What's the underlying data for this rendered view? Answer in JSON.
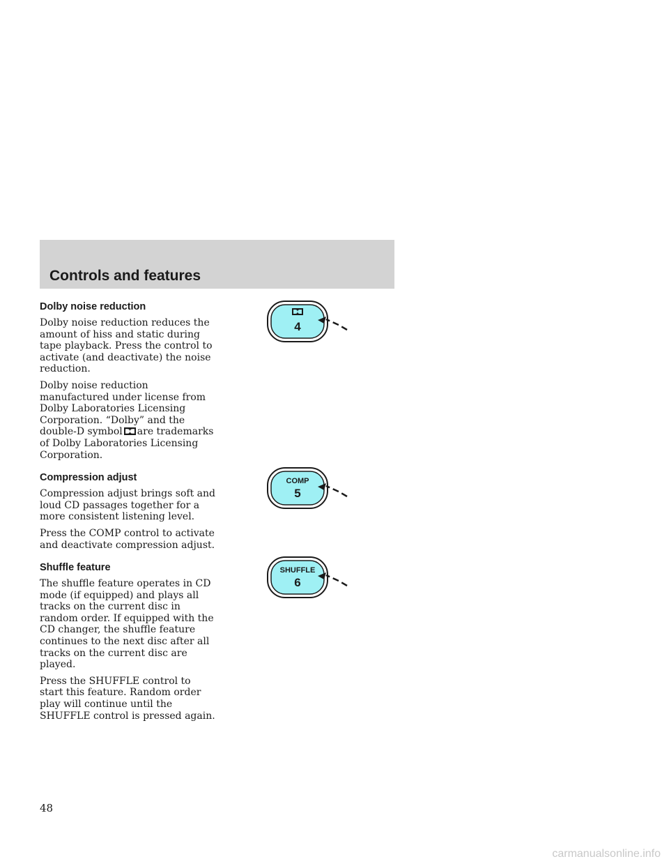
{
  "section_title": "Controls and features",
  "sections": [
    {
      "heading": "Dolby noise reduction",
      "paragraphs": [
        "Dolby noise reduction reduces the amount of hiss and static during tape playback. Press the control to activate (and deactivate) the noise reduction."
      ],
      "trademark_before": "Dolby noise reduction manufactured under license from Dolby Laboratories Licensing Corporation. “Dolby” and the double-D symbol",
      "trademark_after": "are trademarks of Dolby Laboratories Licensing Corporation."
    },
    {
      "heading": "Compression adjust",
      "paragraphs": [
        "Compression adjust brings soft and loud CD passages together for a more consistent listening level.",
        "Press the COMP control to activate and deactivate compression adjust."
      ]
    },
    {
      "heading": "Shuffle feature",
      "paragraphs": [
        "The shuffle feature operates in CD mode (if equipped) and plays all tracks on the current disc in random order. If equipped with the CD changer, the shuffle feature continues to the next disc after all tracks on the current disc are played.",
        "Press the SHUFFLE control to start this feature. Random order play will continue until the SHUFFLE control is pressed again."
      ]
    }
  ],
  "buttons": [
    {
      "label": "",
      "number": "4",
      "icon": "dolby-double-d-icon"
    },
    {
      "label": "COMP",
      "number": "5"
    },
    {
      "label": "SHUFFLE",
      "number": "6"
    }
  ],
  "colors": {
    "button_fill": "#9ff0f4",
    "header_band": "#d3d3d3"
  },
  "page_number": "48",
  "watermark": "carmanualsonline.info"
}
